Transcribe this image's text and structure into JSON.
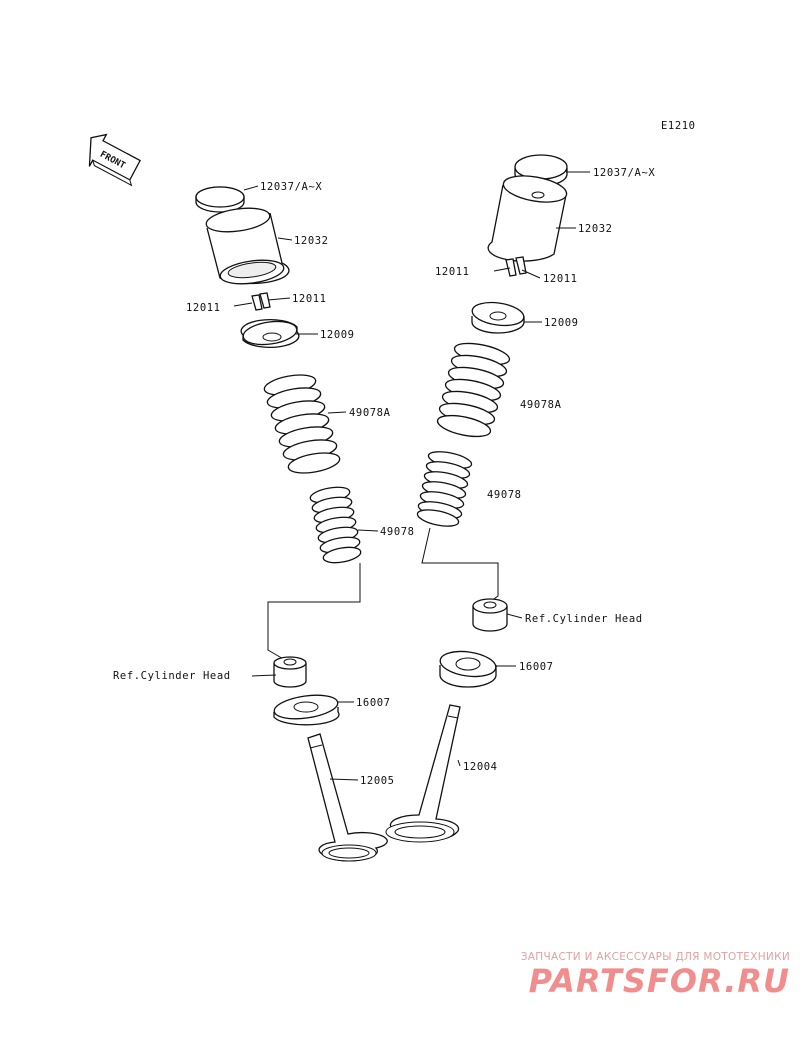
{
  "diagram": {
    "code": "E1210",
    "front_label": "FRONT",
    "left_valve": {
      "shim": "12037/A~X",
      "lifter": "12032",
      "keeper_left": "12011",
      "keeper_right": "12011",
      "retainer": "12009",
      "outer_spring": "49078A",
      "inner_spring": "49078",
      "ref_head": "Ref.Cylinder Head",
      "seal": "16007",
      "valve": "12005"
    },
    "right_valve": {
      "shim": "12037/A~X",
      "lifter": "12032",
      "keeper_left": "12011",
      "keeper_right": "12011",
      "retainer": "12009",
      "outer_spring": "49078A",
      "inner_spring": "49078",
      "ref_head": "Ref.Cylinder Head",
      "seal": "16007",
      "valve": "12004"
    }
  },
  "watermark": {
    "tagline": "ЗАПЧАСТИ И АКСЕССУАРЫ ДЛЯ МОТОТЕХНИКИ",
    "logo": "PARTSFOR.RU"
  }
}
